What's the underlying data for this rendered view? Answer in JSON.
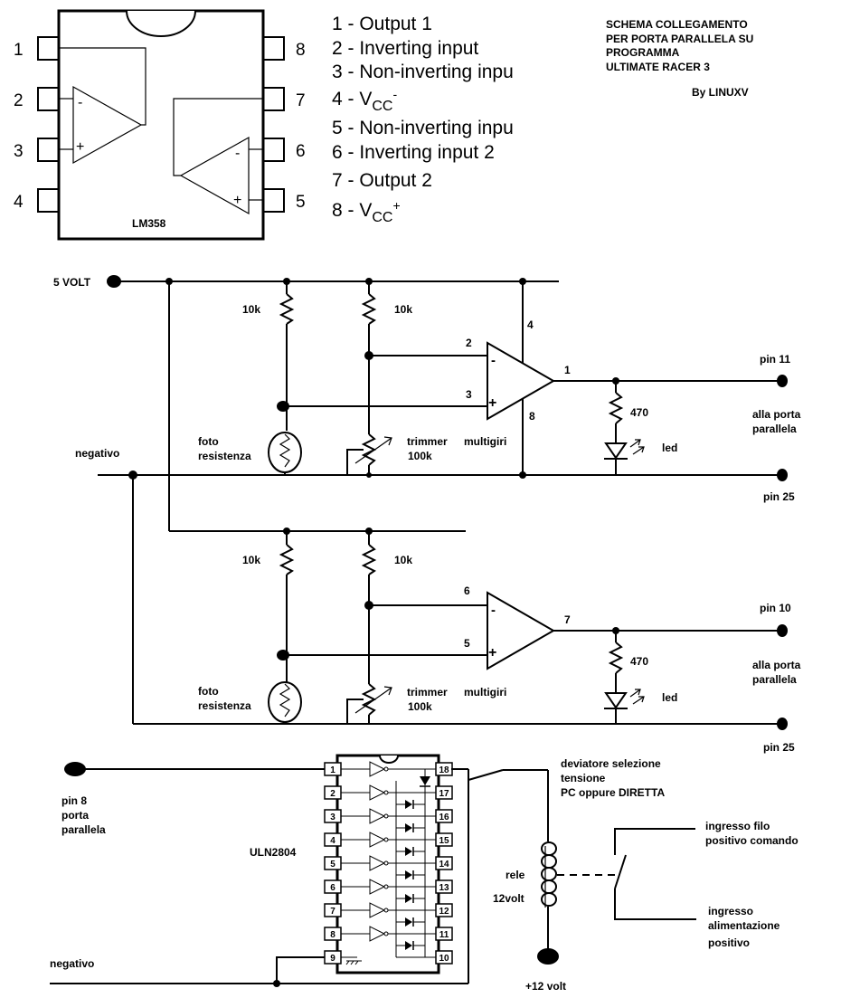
{
  "title_lines": [
    "SCHEMA COLLEGAMENTO",
    "PER PORTA PARALLELA SU",
    "PROGRAMMA",
    "ULTIMATE RACER 3"
  ],
  "author": "By LINUXV",
  "lm358": {
    "name": "LM358",
    "pin_numbers": [
      "1",
      "2",
      "3",
      "4",
      "5",
      "6",
      "7",
      "8"
    ],
    "opamp_inv_sign": "-",
    "opamp_noninv_sign": "+",
    "pin_list": [
      {
        "prefix": "1 - Output 1"
      },
      {
        "prefix": "2 - Inverting input"
      },
      {
        "prefix": "3 - Non-inverting inpu"
      },
      {
        "prefix": "4 - V",
        "sub": "CC",
        "sup": "-"
      },
      {
        "prefix": "5 - Non-inverting inpu"
      },
      {
        "prefix": "6 - Inverting input 2"
      },
      {
        "prefix": "7 - Output 2"
      },
      {
        "prefix": "8 - V",
        "sub": "CC",
        "sup": "+"
      }
    ]
  },
  "circuit": {
    "supply_label": "5 VOLT",
    "ground_label": "negativo",
    "stage1": {
      "r1": "10k",
      "r2": "10k",
      "photo": [
        "foto",
        "resistenza"
      ],
      "trimmer": [
        "trimmer",
        "100k"
      ],
      "multigiri": "multigiri",
      "pin_inv": "2",
      "pin_noninv": "3",
      "pin_vcc": "4",
      "pin_gnd": "8",
      "pin_out": "1",
      "r_led": "470",
      "led": "led",
      "out_pin": "pin 11",
      "dest": [
        "alla porta",
        "parallela"
      ],
      "gnd_pin": "pin 25"
    },
    "stage2": {
      "r1": "10k",
      "r2": "10k",
      "photo": [
        "foto",
        "resistenza"
      ],
      "trimmer": [
        "trimmer",
        "100k"
      ],
      "multigiri": "multigiri",
      "pin_inv": "6",
      "pin_noninv": "5",
      "pin_out": "7",
      "r_led": "470",
      "led": "led",
      "out_pin": "pin 10",
      "dest": [
        "alla porta",
        "parallela"
      ],
      "gnd_pin": "pin 25"
    }
  },
  "uln": {
    "name": "ULN2804",
    "left_pins": [
      "1",
      "2",
      "3",
      "4",
      "5",
      "6",
      "7",
      "8",
      "9"
    ],
    "right_pins": [
      "18",
      "17",
      "16",
      "15",
      "14",
      "13",
      "12",
      "11",
      "10"
    ],
    "input_label": [
      "pin 8",
      "porta",
      "parallela"
    ],
    "ground_label": "negativo"
  },
  "relay": {
    "switch_label": [
      "deviatore selezione",
      "tensione",
      "PC oppure DIRETTA"
    ],
    "relay_label": "rele",
    "relay_voltage": "12volt",
    "supply_label": "+12 volt",
    "in1": [
      "ingresso filo",
      "positivo comando"
    ],
    "in2": [
      "ingresso",
      "alimentazione",
      "positivo"
    ]
  }
}
